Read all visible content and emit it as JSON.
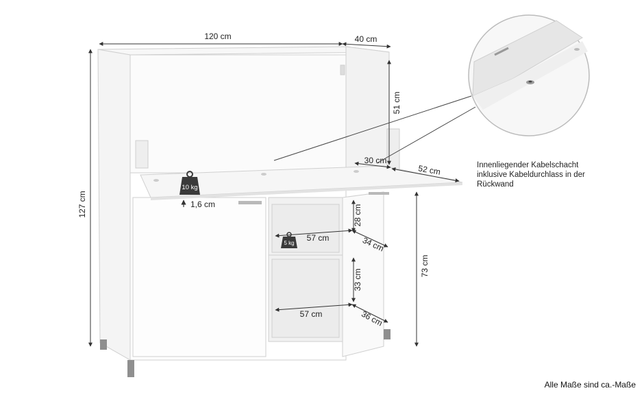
{
  "dimensions": {
    "width": "120 cm",
    "depth": "40 cm",
    "height": "127 cm",
    "upper_height": "51 cm",
    "flap_depth_inner": "30 cm",
    "flap_depth": "52 cm",
    "flap_thickness": "1,6 cm",
    "shelf_height_top": "28 cm",
    "shelf_width_top": "57 cm",
    "shelf_depth_top": "34 cm",
    "shelf_height_bottom": "33 cm",
    "shelf_width_bottom": "57 cm",
    "shelf_depth_bottom": "36 cm",
    "table_height": "73 cm"
  },
  "weights": {
    "flap_load": "10 kg",
    "shelf_load": "5 kg"
  },
  "note_lines": [
    "Innenliegender Kabelschacht",
    "inklusive Kabeldurchlass in der",
    "Rückwand"
  ],
  "footer": "Alle Maße sind ca.-Maße"
}
